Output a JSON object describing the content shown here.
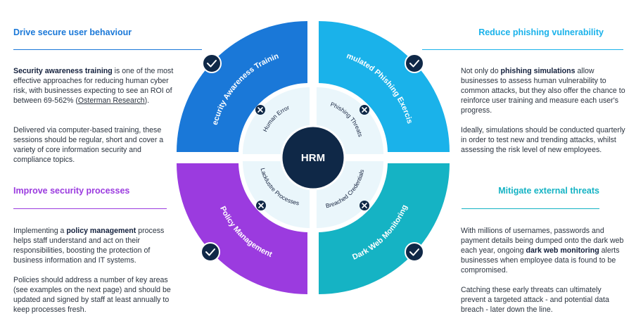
{
  "center": {
    "label": "HRM"
  },
  "colors": {
    "navy": "#0f2847",
    "blue": "#1a78d8",
    "cyan": "#1ab2ea",
    "purple": "#9b3bdf",
    "teal": "#15b3c4",
    "inner_bg": "#eaf6fb"
  },
  "sections": {
    "top_left": {
      "title": "Drive secure user behaviour",
      "p1": {
        "bold": "Security awareness training",
        "text": " is one of the most effective approaches for reducing human cyber risk, with businesses expecting to see an ROI of between 69-562% (",
        "link": "Osterman Research",
        "end": ")."
      },
      "p2": "Delivered via computer-based training, these sessions should be regular, short and cover a variety of core information security and compliance topics."
    },
    "top_right": {
      "title": "Reduce phishing vulnerability",
      "p1": {
        "pre": "Not only do ",
        "bold": "phishing simulations",
        "text": " allow businesses to assess human vulnerability to common attacks, but they also offer the chance to reinforce user training and measure each user's progress."
      },
      "p2": "Ideally, simulations should be conducted quarterly in order to test new and trending attacks, whilst assessing the risk level of new employees."
    },
    "bottom_left": {
      "title": "Improve security processes",
      "p1": {
        "pre": "Implementing a ",
        "bold": "policy management",
        "text": " process helps staff understand and act on their responsibilities, boosting the protection of business information and IT systems."
      },
      "p2": "Policies should address a number of key areas (see examples on the next page) and should be updated and signed by staff at least annually to keep processes fresh."
    },
    "bottom_right": {
      "title": "Mitigate external threats",
      "p1": {
        "pre": "With millions of usernames, passwords and payment details being dumped onto the dark web each year, ongoing ",
        "bold": "dark web monitoring",
        "text": " alerts businesses when employee data is found to be compromised."
      },
      "p2": "Catching these early threats can ultimately prevent a targeted attack - and potential data breach - later down the line."
    }
  },
  "segments": [
    {
      "key": "tl",
      "label": "Security Awareness Training",
      "inner": "Human Error",
      "color": "#1a78d8",
      "icon": "check-icon"
    },
    {
      "key": "tr",
      "label": "Simulated Phishing Exercises",
      "inner": "Phishing Threats",
      "color": "#1ab2ea",
      "icon": "check-icon"
    },
    {
      "key": "bl",
      "label": "Policy Management",
      "inner": "Lacklustre Processes",
      "color": "#9b3bdf",
      "icon": "check-icon"
    },
    {
      "key": "br",
      "label": "Dark Web Monitoring",
      "inner": "Breached Credentials",
      "color": "#15b3c4",
      "icon": "check-icon"
    }
  ]
}
